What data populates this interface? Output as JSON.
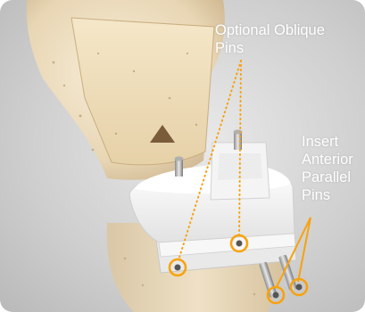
{
  "labels": {
    "oblique": {
      "line1": "Optional Oblique",
      "line2": "Pins"
    },
    "parallel": {
      "line1": "Insert",
      "line2": "Anterior",
      "line3": "Parallel",
      "line4": "Pins"
    }
  },
  "colors": {
    "callout": "#f7a20f",
    "label_text": "#ffffff",
    "bone": "#f1e4cb",
    "implant": "#fafafa",
    "background": "#d6d6d6"
  }
}
